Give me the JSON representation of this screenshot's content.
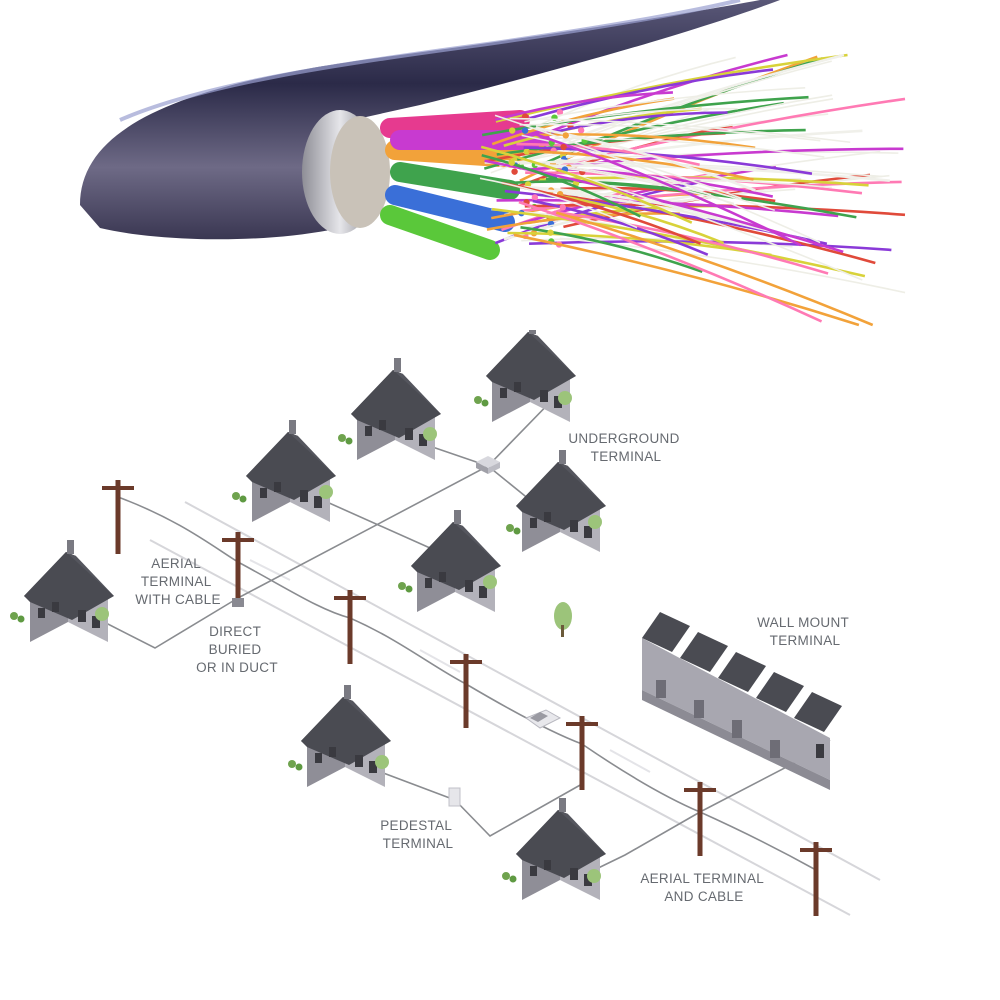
{
  "labels": {
    "underground_terminal": [
      "UNDERGROUND",
      "TERMINAL"
    ],
    "aerial_terminal_with_cable": [
      "AERIAL",
      "TERMINAL",
      "WITH CABLE"
    ],
    "direct_buried": [
      "DIRECT",
      "BURIED",
      "OR IN DUCT"
    ],
    "wall_mount_terminal": [
      "WALL MOUNT",
      "TERMINAL"
    ],
    "pedestal_terminal": [
      "PEDESTAL",
      "TERMINAL"
    ],
    "aerial_terminal_and_cable": [
      "AERIAL TERMINAL",
      "AND CABLE"
    ]
  },
  "colors": {
    "jacket": "#2e2d4a",
    "house_wall": "#9c9ba4",
    "house_roof": "#4a4b52",
    "pole": "#6b3a2a",
    "line": "#8a8c90",
    "tree": "#9cc47a"
  },
  "fiber_colors": [
    "#e63a8f",
    "#f2a23a",
    "#3fa34d",
    "#3a6fd8",
    "#c83ad0",
    "#d8d23a",
    "#35c2c8",
    "#e04a3a",
    "#8a3ad8",
    "#5ac83a",
    "#f0f0ea",
    "#ff7ab4"
  ]
}
